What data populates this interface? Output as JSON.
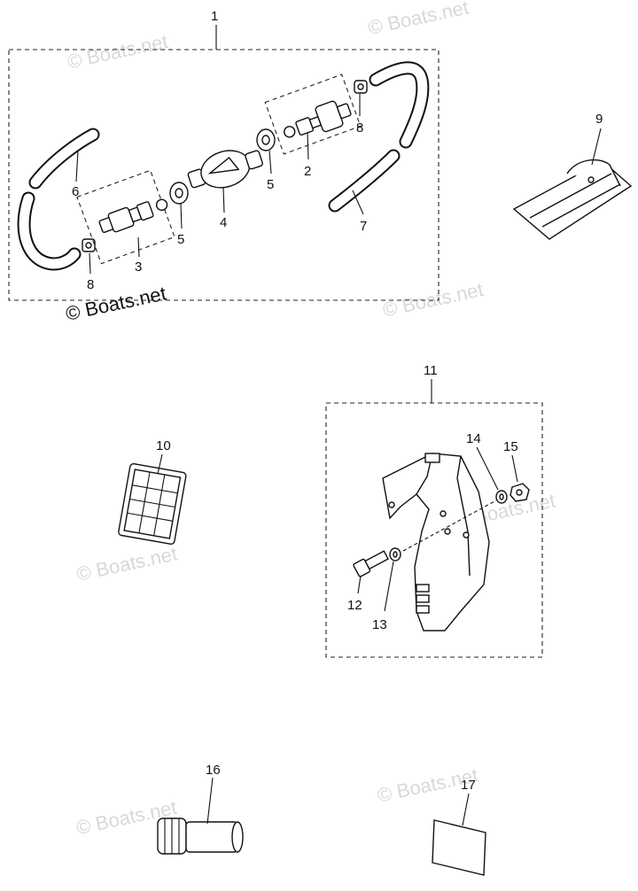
{
  "watermark": {
    "text": "© Boats.net",
    "prominent_text": "© Boats.net"
  },
  "callouts": {
    "c1": "1",
    "c2": "2",
    "c3": "3",
    "c4": "4",
    "c5a": "5",
    "c5b": "5",
    "c6": "6",
    "c7": "7",
    "c8a": "8",
    "c8b": "8",
    "c9": "9",
    "c10": "10",
    "c11": "11",
    "c12": "12",
    "c13": "13",
    "c14": "14",
    "c15": "15",
    "c16": "16",
    "c17": "17"
  }
}
